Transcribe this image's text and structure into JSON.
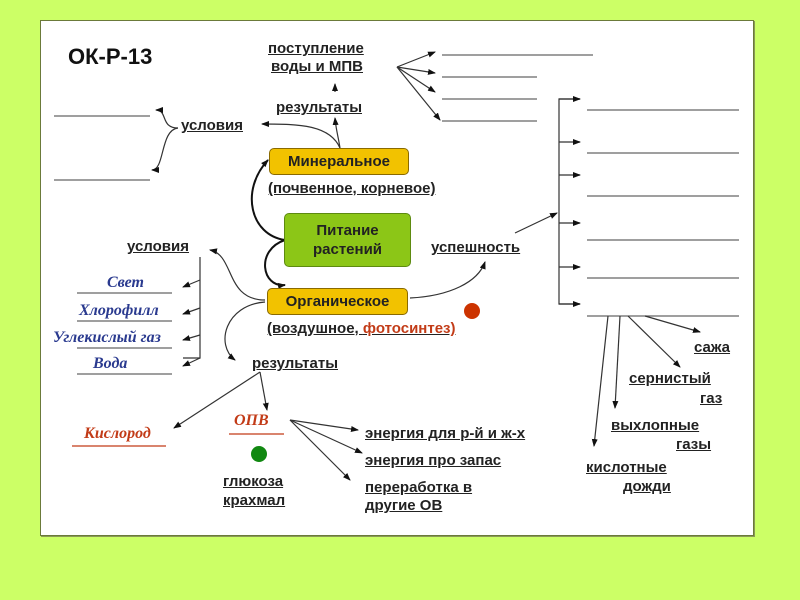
{
  "title": "ОК-Р-13",
  "center": {
    "label_line1": "Питание",
    "label_line2": "растений"
  },
  "mineral": {
    "box_label": "Минеральное",
    "subtitle": "(почвенное, корневое)",
    "results": "результаты",
    "supply_line1": "поступление",
    "supply_line2": "воды и МПВ",
    "conditions": "условия"
  },
  "organic": {
    "box_label": "Органическое",
    "subtitle_prefix": "(воздушное, ",
    "subtitle_highlight": "фотосинтез)",
    "conditions": "условия",
    "condition_items": [
      "Свет",
      "Хлорофилл",
      "Углекислый газ",
      "Вода"
    ],
    "results": "результаты",
    "oxygen": "Кислород",
    "opv": "ОПВ",
    "glucose": "глюкоза",
    "starch": "крахмал",
    "opv_uses": [
      "энергия для р-й и ж-х",
      "энергия про запас",
      "переработка в",
      "другие ОВ"
    ],
    "success": "успешность",
    "pollutants": [
      "сажа",
      "сернистый",
      "газ",
      "выхлопные",
      "газы",
      "кислотные",
      "дожди"
    ]
  },
  "colors": {
    "background": "#ccff66",
    "yellow_box": "#f2c200",
    "green_box": "#8cc617",
    "red_dot": "#cc3300",
    "green_dot": "#118811",
    "blue_text": "#2a3a8f",
    "red_text": "#c23b17"
  }
}
